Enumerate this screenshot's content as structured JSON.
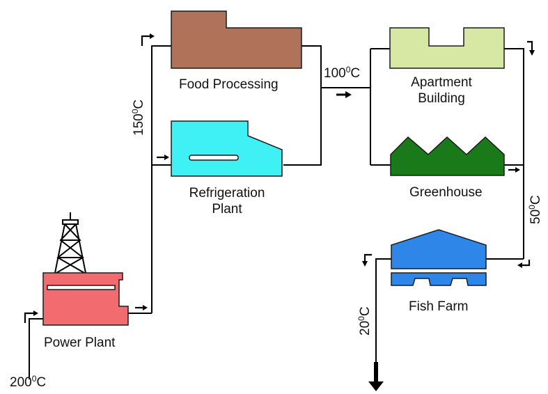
{
  "colors": {
    "food_processing": "#b0735a",
    "refrigeration": "#3ff0f4",
    "apartment": "#d6e8a4",
    "greenhouse": "#1a7a1a",
    "fish_farm": "#2d86e8",
    "power_plant": "#f26b6e",
    "pipe": "#000000"
  },
  "nodes": {
    "food_processing": {
      "label": "Food Processing"
    },
    "refrigeration": {
      "line1": "Refrigeration",
      "line2": "Plant"
    },
    "apartment": {
      "line1": "Apartment",
      "line2": "Building"
    },
    "greenhouse": {
      "label": "Greenhouse"
    },
    "fish_farm": {
      "label": "Fish Farm"
    },
    "power_plant": {
      "label": "Power Plant"
    }
  },
  "temperatures": {
    "t200": {
      "value": "200",
      "sup": "0",
      "unit": "C"
    },
    "t150": {
      "value": "150",
      "sup": "0",
      "unit": "C"
    },
    "t100": {
      "value": "100",
      "sup": "0",
      "unit": "C"
    },
    "t50": {
      "value": "50",
      "sup": "0",
      "unit": "C"
    },
    "t20": {
      "value": "20",
      "sup": "0",
      "unit": "C"
    }
  },
  "icons": {
    "derrick": "oil-derrick-icon",
    "flow_arrow": "flow-arrow-icon"
  }
}
